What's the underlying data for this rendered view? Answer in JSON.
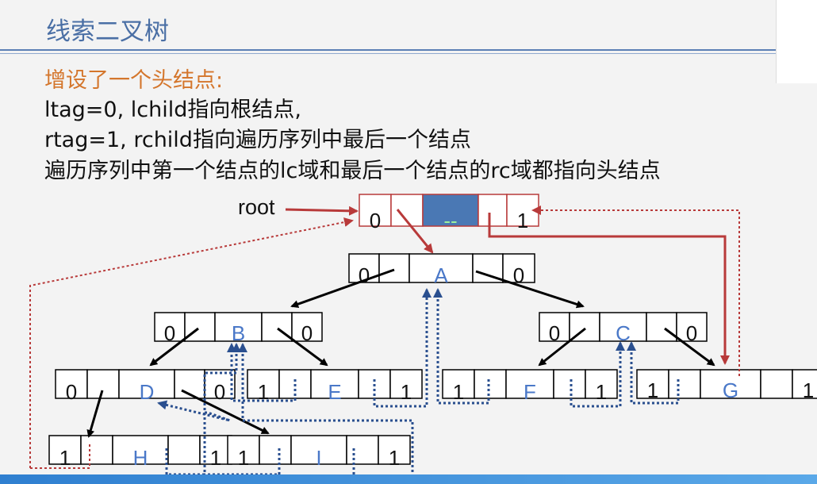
{
  "slide": {
    "title": "线索二叉树",
    "heading": "增设了一个头结点:",
    "lines": [
      "ltag=0, lchild指向根结点,",
      "rtag=1, rchild指向遍历序列中最后一个结点",
      "遍历序列中第一个结点的lc域和最后一个结点的rc域都指向头结点"
    ],
    "root_label": "root"
  },
  "colors": {
    "title": "#4a6fa5",
    "heading": "#d4762c",
    "node_letter": "#4a78c8",
    "head_data_fill": "#4a78b4",
    "head_data_text": "#9df09d",
    "red_arrow": "#b83a3a",
    "thread_blue": "#2a4f8f",
    "black": "#000000"
  },
  "head_node": {
    "ltag": "0",
    "data": "--",
    "rtag": "1"
  },
  "nodes": [
    {
      "id": "A",
      "ltag": "0",
      "rtag": "0"
    },
    {
      "id": "B",
      "ltag": "0",
      "rtag": "0"
    },
    {
      "id": "C",
      "ltag": "0",
      "rtag": "0"
    },
    {
      "id": "D",
      "ltag": "0",
      "rtag": "0"
    },
    {
      "id": "E",
      "ltag": "1",
      "rtag": "1"
    },
    {
      "id": "F",
      "ltag": "1",
      "rtag": "1"
    },
    {
      "id": "G",
      "ltag": "1",
      "rtag": "1"
    },
    {
      "id": "H",
      "ltag": "1",
      "rtag": "1"
    },
    {
      "id": "I",
      "ltag": "1",
      "rtag": "1"
    }
  ]
}
